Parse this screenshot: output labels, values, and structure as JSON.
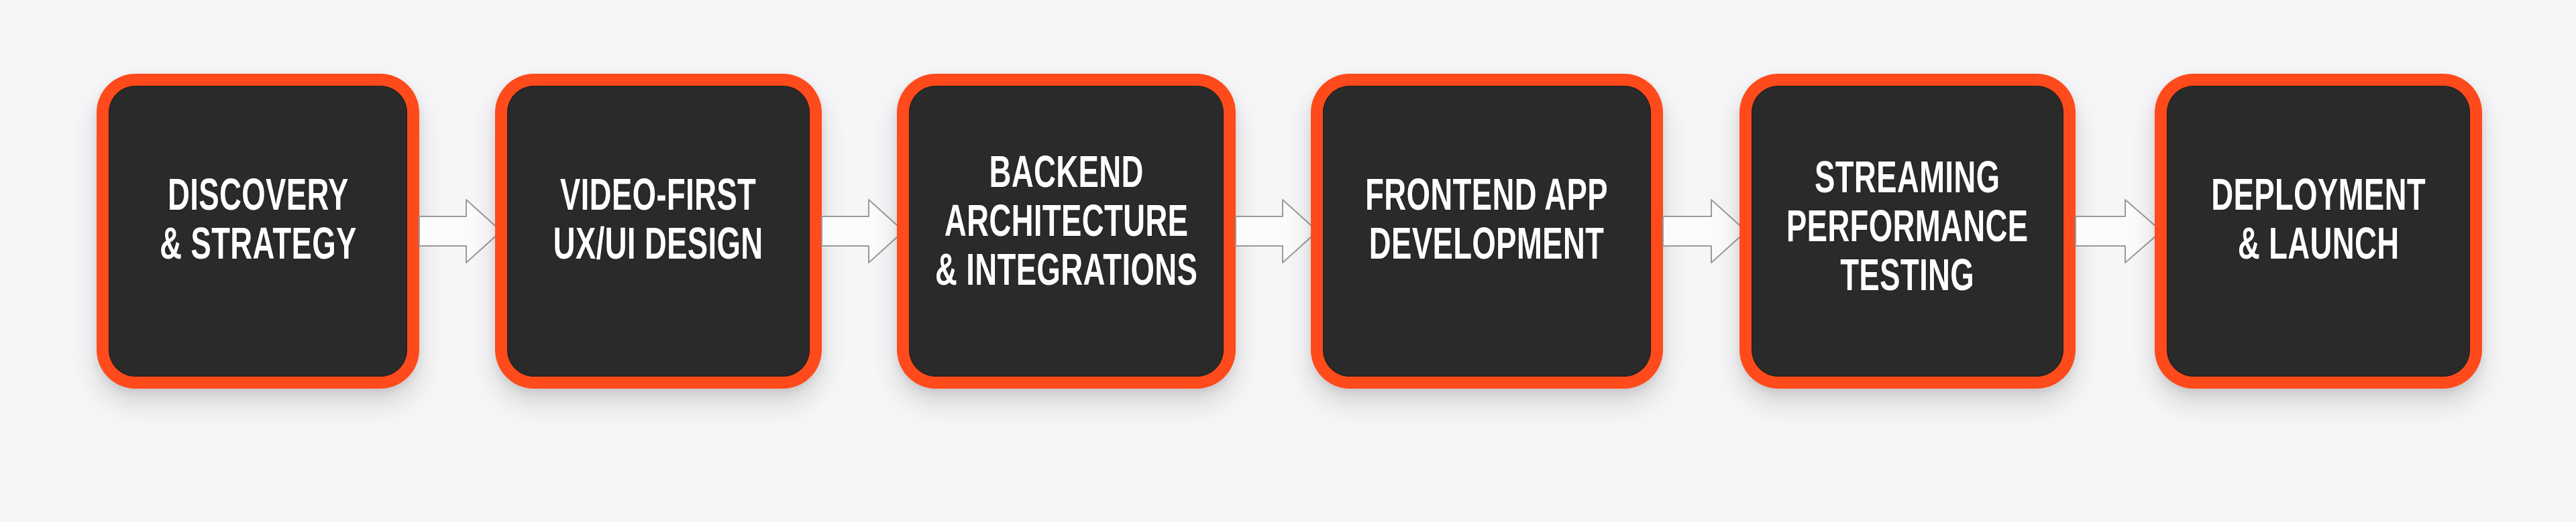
{
  "diagram": {
    "type": "process-flow",
    "direction": "left-to-right",
    "colors": {
      "background": "#f6f6f8",
      "box_border": "#ff4a1c",
      "box_fill": "#2a2a2a",
      "box_text": "#ffffff",
      "arrow_fill": "#fbfbfb",
      "arrow_stroke": "#9a9a9a"
    },
    "steps": [
      {
        "id": "discovery",
        "lines": [
          "DISCOVERY",
          "& STRATEGY"
        ]
      },
      {
        "id": "design",
        "lines": [
          "VIDEO-FIRST",
          "UX/UI DESIGN"
        ]
      },
      {
        "id": "backend",
        "lines": [
          "BACKEND",
          "ARCHITECTURE",
          "& INTEGRATIONS"
        ]
      },
      {
        "id": "frontend",
        "lines": [
          "FRONTEND APP",
          "DEVELOPMENT"
        ]
      },
      {
        "id": "testing",
        "lines": [
          "STREAMING",
          "PERFORMANCE",
          "TESTING"
        ]
      },
      {
        "id": "launch",
        "lines": [
          "DEPLOYMENT",
          "& LAUNCH"
        ]
      }
    ],
    "arrows": [
      {
        "from": "discovery",
        "to": "design",
        "icon": "right-arrow-icon"
      },
      {
        "from": "design",
        "to": "backend",
        "icon": "right-arrow-icon"
      },
      {
        "from": "backend",
        "to": "frontend",
        "icon": "right-arrow-icon"
      },
      {
        "from": "frontend",
        "to": "testing",
        "icon": "right-arrow-icon"
      },
      {
        "from": "testing",
        "to": "launch",
        "icon": "right-arrow-icon"
      }
    ]
  }
}
